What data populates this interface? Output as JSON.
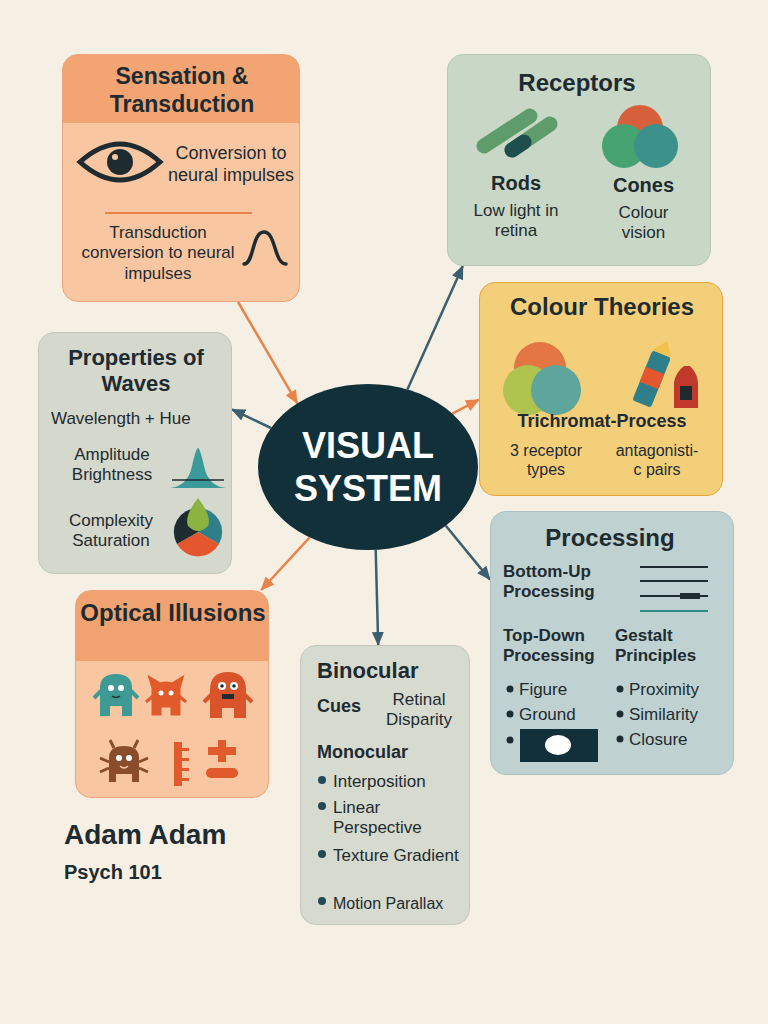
{
  "diagram": {
    "nodes": [
      {
        "text": [
          "Sensation & Transduction",
          "Conversion to neural impulses",
          "Transduction conversion to neural impulses"
        ]
      },
      {
        "text": [
          "Receptors",
          "Rods",
          "Low light in retina",
          "Cones",
          "Colour vision"
        ]
      },
      {
        "text": [
          "Properties of Waves",
          "Wavelength + Hue",
          "Amplitude Brightness",
          "Complexity Saturation"
        ]
      },
      {
        "text": [
          "VISUAL SYSTEM"
        ]
      },
      {
        "text": [
          "Colour Theories",
          "Trichromat-Process",
          "3 receptor types",
          "antagonisti- c pairs"
        ]
      },
      {
        "text": [
          "Processing",
          "Bottom-Up Processing",
          "Top-Down Processing",
          "Gestalt Principles",
          "Figure",
          "Ground",
          "Proximity",
          "Similarity",
          "Closure"
        ]
      },
      {
        "text": [
          "Optical Illusions"
        ]
      },
      {
        "text": [
          "Binocular",
          "Cues",
          "Retinal Disparity",
          "Monocular",
          "Interposition",
          "Linear Perspective",
          "Texture Gradient",
          "Motion Parallax"
        ]
      }
    ],
    "edges": [
      {
        "from": 0,
        "to": 3,
        "arrow": "to"
      },
      {
        "from": 3,
        "to": 1,
        "arrow": "to"
      },
      {
        "from": 3,
        "to": 2,
        "arrow": "to"
      },
      {
        "from": 3,
        "to": 4,
        "arrow": "to"
      },
      {
        "from": 3,
        "to": 5,
        "arrow": "to"
      },
      {
        "from": 3,
        "to": 6,
        "arrow": "to"
      },
      {
        "from": 3,
        "to": 7,
        "arrow": "to"
      }
    ],
    "labels": [
      "Adam Adam",
      "Psych 101"
    ]
  }
}
